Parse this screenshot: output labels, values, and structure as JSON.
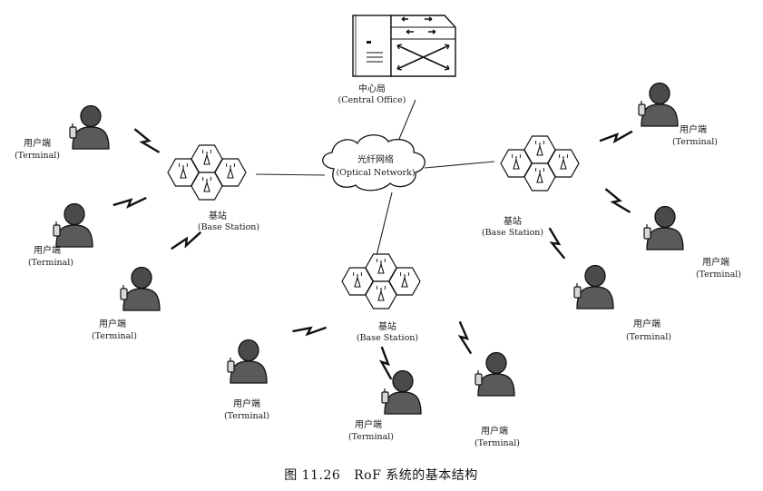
{
  "central_office": {
    "cn": "中心局",
    "en": "(Central Office)"
  },
  "optical_network": {
    "cn": "光纤网络",
    "en": "(Optical Network)"
  },
  "base_station": {
    "cn": "基站",
    "en": "(Base Station)"
  },
  "terminal": {
    "cn": "用户端",
    "en": "(Terminal)"
  },
  "caption": "图 11.26   RoF 系统的基本结构"
}
